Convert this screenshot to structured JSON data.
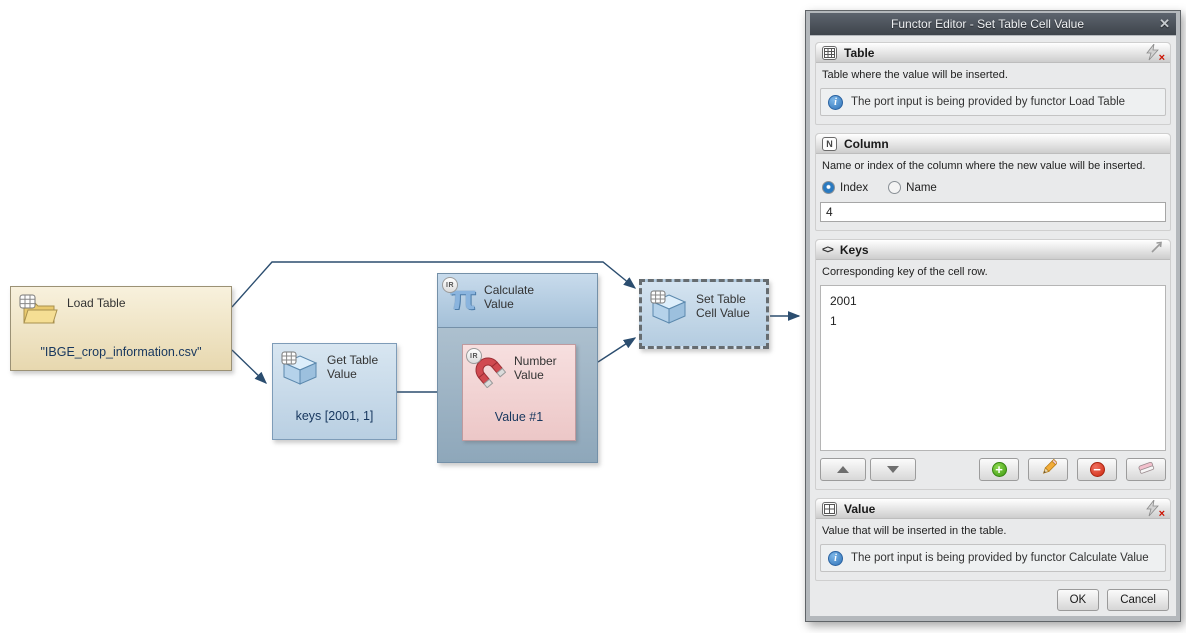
{
  "flow": {
    "nodes": {
      "load_table": {
        "title": "Load Table",
        "value": "\"IBGE_crop_information.csv\""
      },
      "get_table_value": {
        "title": "Get Table Value",
        "value": "keys [2001, 1]"
      },
      "calculate_value": {
        "title": "Calculate Value"
      },
      "number_value": {
        "title": "Number Value",
        "value": "Value #1"
      },
      "set_table_cell_value": {
        "title": "Set Table Cell Value"
      }
    },
    "wire_color": "#2b4d6f"
  },
  "dialog": {
    "title": "Functor Editor - Set Table Cell Value",
    "sections": {
      "table": {
        "label": "Table",
        "description": "Table where the value will be inserted.",
        "info": "The port input is being provided by functor Load Table"
      },
      "column": {
        "label": "Column",
        "description": "Name or index of the column where the new value will be inserted.",
        "radio_index": "Index",
        "radio_name": "Name",
        "selected": "Index",
        "input_value": "4"
      },
      "keys": {
        "label": "Keys",
        "description": "Corresponding key of the cell row.",
        "items": [
          "2001",
          "1"
        ]
      },
      "value": {
        "label": "Value",
        "description": "Value that will be inserted in the table.",
        "info": "The port input is being provided by functor Calculate Value"
      }
    },
    "buttons": {
      "ok": "OK",
      "cancel": "Cancel"
    }
  },
  "icons": {
    "close": "✕",
    "keys_header": "<>",
    "column_letter": "N",
    "pi": "π",
    "ir": "IR",
    "info": "i",
    "plus": "+",
    "minus": "−",
    "red_x": "×"
  },
  "colors": {
    "titlebar": "#454b53",
    "accent_blue": "#2a7ac0",
    "node_value_text": "#17375e"
  }
}
